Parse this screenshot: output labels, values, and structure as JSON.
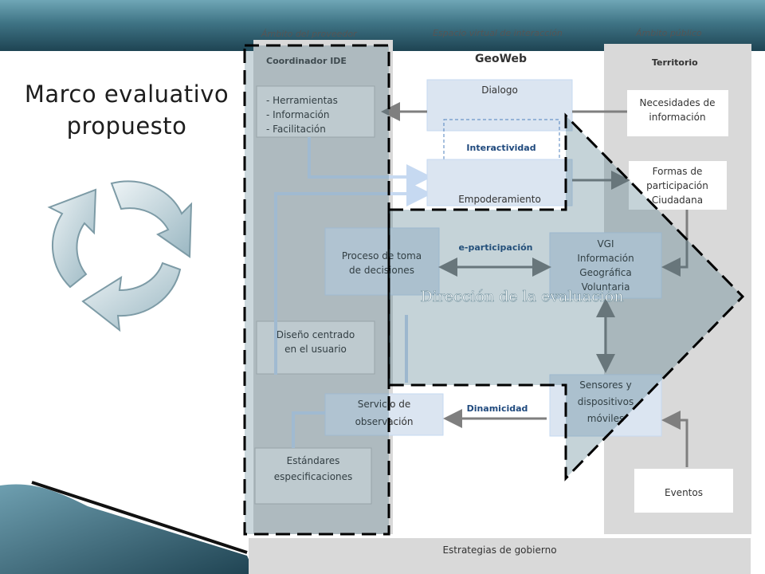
{
  "slide": {
    "title_line1": "Marco evaluativo",
    "title_line2": "propuesto"
  },
  "colors": {
    "accent": "#2e6072",
    "box_fill": "#dbe5f1",
    "zone_gray": "#d9d9d9",
    "arrow_gray": "#7f7f7f",
    "label_blue": "#1f497d"
  },
  "diagram": {
    "zones": {
      "provider": "Ámbito del proveedor",
      "virtual": "Espacio virtual  de interacción",
      "public": "Ámbito público"
    },
    "coordinator_title": "Coordinador IDE",
    "geoweb": "GeoWeb",
    "territory": "Territorio",
    "tools": [
      "- Herramientas",
      "- Información",
      "- Facilitación"
    ],
    "dialog": "Dialogo",
    "interactivity": "Interactividad",
    "empowerment": "Empoderamiento",
    "decision_process": [
      "Proceso de toma",
      "de decisiones"
    ],
    "e_participation": "e-participación",
    "vgi": [
      "VGI",
      "Información",
      "Geográfica",
      "Voluntaria"
    ],
    "user_design": [
      "Diseño centrado",
      "en el usuario"
    ],
    "observation_service": [
      "Servicio de",
      "observación"
    ],
    "dynamicity": "Dinamicidad",
    "sensors": [
      "Sensores y",
      "dispositivos",
      "móviles"
    ],
    "standards": [
      "Estándares",
      "especificaciones"
    ],
    "info_needs": [
      "Necesidades de",
      "información"
    ],
    "participation_forms": [
      "Formas de",
      "participación",
      "Ciudadana"
    ],
    "events": "Eventos",
    "government": "Estrategias de gobierno",
    "evaluation_direction": "Dirección de la evaluación"
  }
}
